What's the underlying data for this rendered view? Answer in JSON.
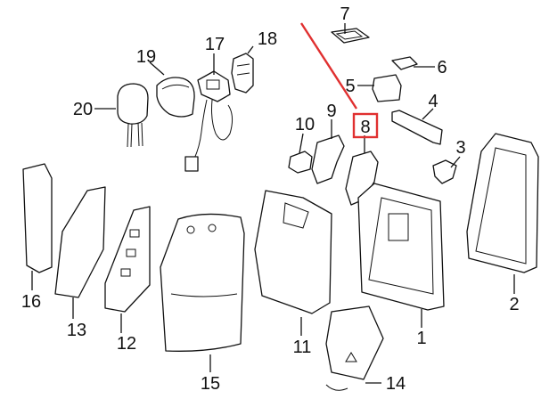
{
  "callouts": [
    {
      "id": "1",
      "label": "1"
    },
    {
      "id": "2",
      "label": "2"
    },
    {
      "id": "3",
      "label": "3"
    },
    {
      "id": "4",
      "label": "4"
    },
    {
      "id": "5",
      "label": "5"
    },
    {
      "id": "6",
      "label": "6"
    },
    {
      "id": "7",
      "label": "7"
    },
    {
      "id": "8",
      "label": "8",
      "highlighted": true
    },
    {
      "id": "9",
      "label": "9"
    },
    {
      "id": "10",
      "label": "10"
    },
    {
      "id": "11",
      "label": "11"
    },
    {
      "id": "12",
      "label": "12"
    },
    {
      "id": "13",
      "label": "13"
    },
    {
      "id": "14",
      "label": "14"
    },
    {
      "id": "15",
      "label": "15"
    },
    {
      "id": "16",
      "label": "16"
    },
    {
      "id": "17",
      "label": "17"
    },
    {
      "id": "18",
      "label": "18"
    },
    {
      "id": "19",
      "label": "19"
    },
    {
      "id": "20",
      "label": "20"
    }
  ],
  "colors": {
    "line": "#111111",
    "background": "#ffffff",
    "highlight": "#e03030"
  }
}
